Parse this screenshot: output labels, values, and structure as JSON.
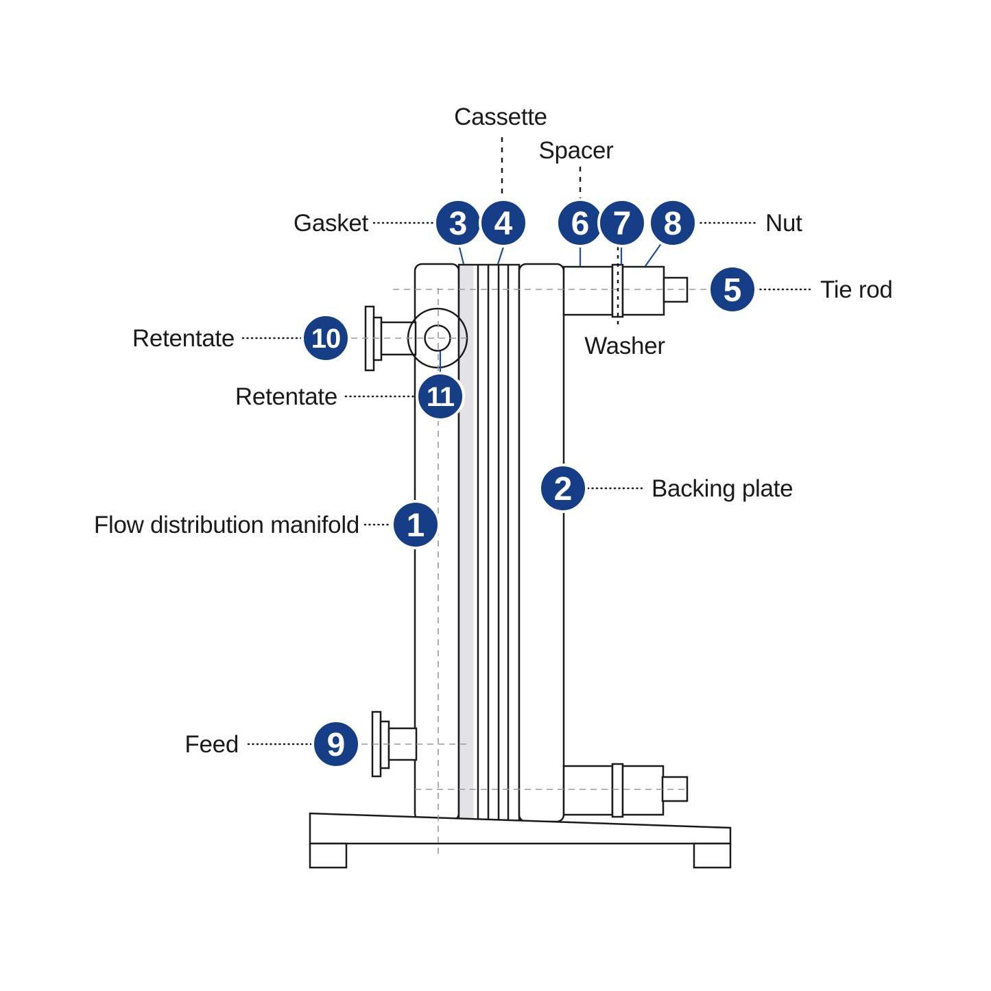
{
  "diagram": {
    "type": "labeled technical assembly diagram (cassette filter holder, side view)",
    "callouts": [
      {
        "number": "1",
        "label": "Flow distribution manifold"
      },
      {
        "number": "2",
        "label": "Backing plate"
      },
      {
        "number": "3",
        "label": "Gasket"
      },
      {
        "number": "4",
        "label": "Cassette"
      },
      {
        "number": "5",
        "label": "Tie rod"
      },
      {
        "number": "6",
        "label": "Spacer"
      },
      {
        "number": "7",
        "label": "Washer"
      },
      {
        "number": "8",
        "label": "Nut"
      },
      {
        "number": "9",
        "label": "Feed"
      },
      {
        "number": "10",
        "label": "Retentate"
      },
      {
        "number": "11",
        "label": "Retentate"
      }
    ],
    "colors": {
      "badge_navy": "#163e87",
      "leader_blue": "#1d4e9c",
      "outline_black": "#1a1a1a",
      "centerline_gray": "#999999",
      "gasket_gray": "#e3e3e6",
      "port_boss_gray": "#f4f4f4"
    }
  }
}
